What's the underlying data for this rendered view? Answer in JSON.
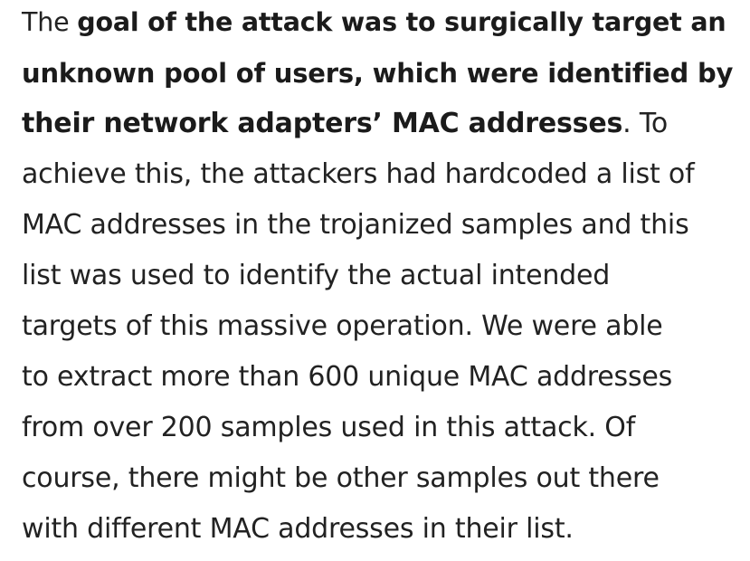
{
  "article": {
    "lines": [
      {
        "segments": [
          {
            "text": "The ",
            "bold": false
          },
          {
            "text": "goal of the attack was to surgically target an",
            "bold": true
          }
        ]
      },
      {
        "segments": [
          {
            "text": "unknown pool of users, which were identified by",
            "bold": true
          }
        ]
      },
      {
        "segments": [
          {
            "text": "their network adapters’ MAC addresses",
            "bold": true
          },
          {
            "text": ". To",
            "bold": false
          }
        ]
      },
      {
        "segments": [
          {
            "text": "achieve this, the attackers had hardcoded a list of",
            "bold": false
          }
        ]
      },
      {
        "segments": [
          {
            "text": "MAC addresses in the trojanized samples and this",
            "bold": false
          }
        ]
      },
      {
        "segments": [
          {
            "text": "list was used to identify the actual intended",
            "bold": false
          }
        ]
      },
      {
        "segments": [
          {
            "text": "targets of this massive operation. We were able",
            "bold": false
          }
        ]
      },
      {
        "segments": [
          {
            "text": "to extract more than 600 unique MAC addresses",
            "bold": false
          }
        ]
      },
      {
        "segments": [
          {
            "text": "from over 200 samples used in this attack. Of",
            "bold": false
          }
        ]
      },
      {
        "segments": [
          {
            "text": "course, there might be other samples out there",
            "bold": false
          }
        ]
      },
      {
        "segments": [
          {
            "text": "with different MAC addresses in their list.",
            "bold": false
          }
        ]
      }
    ]
  }
}
